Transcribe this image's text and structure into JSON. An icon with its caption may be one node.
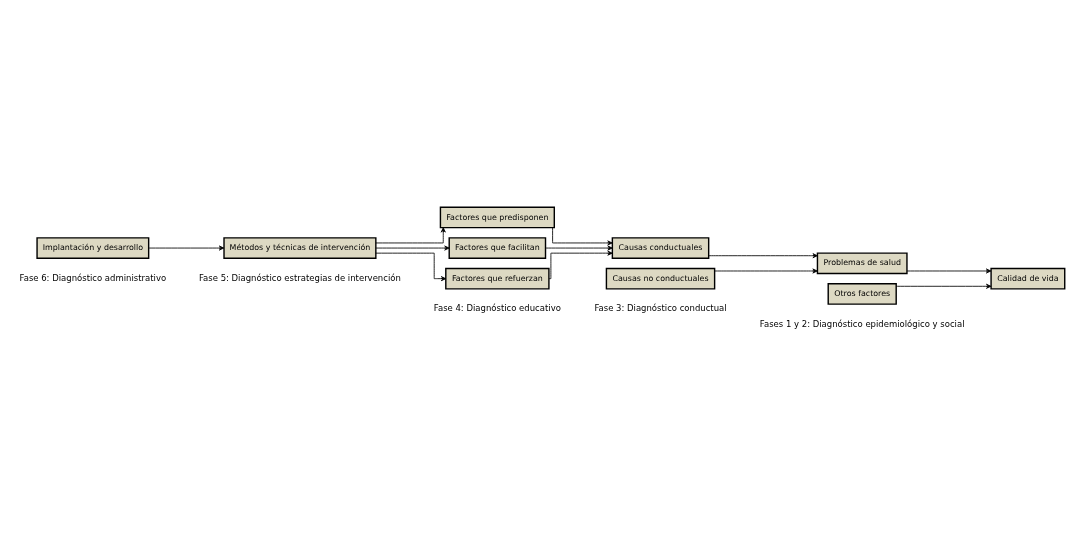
{
  "diagram": {
    "nodes": [
      {
        "text": [
          "Implantación y desarrollo"
        ]
      },
      {
        "text": [
          "Métodos y técnicas de intervención"
        ]
      },
      {
        "text": [
          "Factores que predisponen"
        ]
      },
      {
        "text": [
          "Factores que facilitan"
        ]
      },
      {
        "text": [
          "Factores que refuerzan"
        ]
      },
      {
        "text": [
          "Causas no conductuales"
        ]
      },
      {
        "text": [
          "Causas conductuales"
        ]
      },
      {
        "text": [
          "Otros factores"
        ]
      },
      {
        "text": [
          "Problemas de salud"
        ]
      },
      {
        "text": [
          "Calidad de vida"
        ]
      }
    ],
    "edges": [
      {
        "from": 0,
        "to": 1,
        "arrow": "to"
      },
      {
        "from": 1,
        "to": 2,
        "arrow": "to"
      },
      {
        "from": 1,
        "to": 3,
        "arrow": "to"
      },
      {
        "from": 1,
        "to": 4,
        "arrow": "to"
      },
      {
        "from": 2,
        "to": 6,
        "arrow": "to"
      },
      {
        "from": 3,
        "to": 6,
        "arrow": "to"
      },
      {
        "from": 4,
        "to": 6,
        "arrow": "to"
      },
      {
        "from": 5,
        "to": 8,
        "arrow": "to"
      },
      {
        "from": 6,
        "to": 8,
        "arrow": "to"
      },
      {
        "from": 7,
        "to": 9,
        "arrow": "to"
      },
      {
        "from": 8,
        "to": 9,
        "arrow": "to"
      }
    ],
    "labels": [
      "Fase 6: Diagnóstico administrativo",
      "Fase 5: Diagnóstico estrategias de intervención",
      "Fase 4: Diagnóstico educativo",
      "Fase 3: Diagnóstico conductual",
      "Fases 1 y 2: Diagnóstico epidemiológico y social"
    ]
  }
}
